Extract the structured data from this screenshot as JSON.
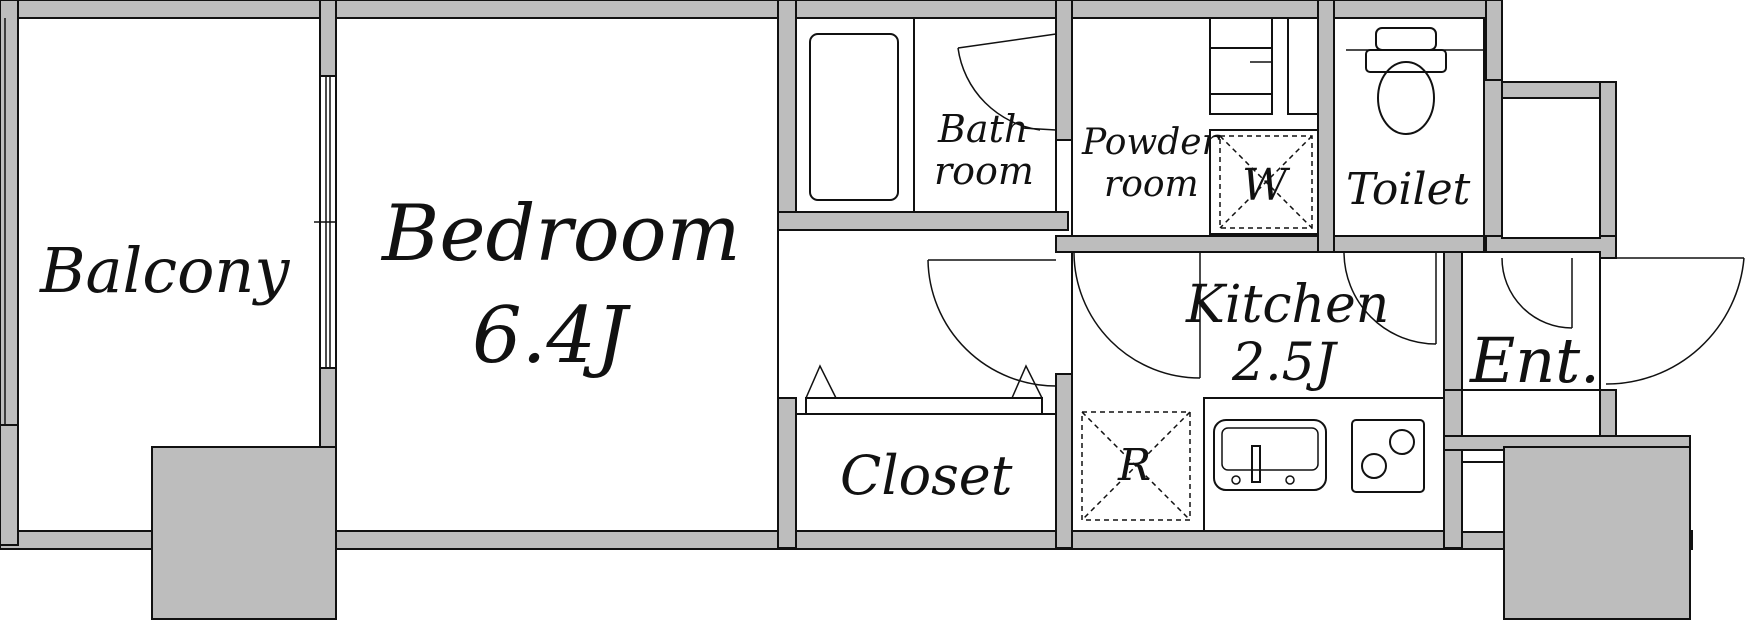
{
  "rooms": {
    "balcony": {
      "label": "Balcony"
    },
    "bedroom": {
      "label": "Bedroom",
      "size": "6.4J"
    },
    "bathroom": {
      "line1": "Bath",
      "line2": "room"
    },
    "powder_room": {
      "line1": "Powder",
      "line2": "room"
    },
    "toilet": {
      "label": "Toilet"
    },
    "kitchen": {
      "label": "Kitchen",
      "size": "2.5J"
    },
    "closet": {
      "label": "Closet"
    },
    "entrance": {
      "label": "Ent."
    }
  },
  "appliances": {
    "washer": {
      "label": "W"
    },
    "refrigerator": {
      "label": "R"
    }
  },
  "colors": {
    "wall": "#bdbdbd",
    "line": "#111111",
    "floor": "#ffffff"
  }
}
